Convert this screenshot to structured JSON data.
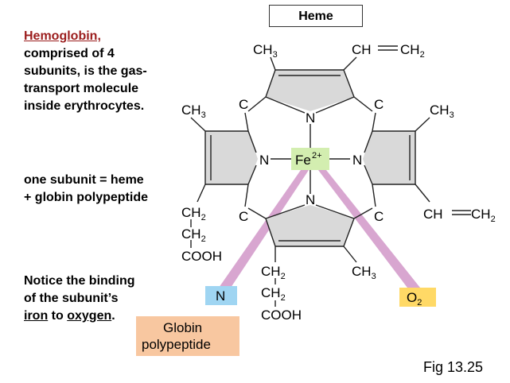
{
  "heme_title": "Heme",
  "text": {
    "hemoglobin": "Hemoglobin,",
    "hemoglobin_rest": "comprised of 4 subunits, is the gas-transport molecule inside erythrocytes.",
    "subunit": "one subunit = heme + globin polypeptide",
    "notice_a": "Notice the binding of the subunit’s ",
    "iron": "iron",
    "notice_b": " to ",
    "oxygen": "oxygen",
    "notice_c": "."
  },
  "figure": {
    "ch3_top": "CH",
    "ch3_sub": "3",
    "ch_vinyl_top": "CH",
    "ch2_vinyl_top": "CH",
    "ch2_sub": "2",
    "c_label": "C",
    "n_label": "N",
    "fe_label": "Fe",
    "fe_charge": "2+",
    "cooh": "COOH",
    "n_box": "N",
    "o2": "O",
    "o2_sub": "2",
    "globin_line1": "Globin",
    "globin_line2": "polypeptide"
  },
  "colors": {
    "fe_box": "#d3eeb0",
    "n_box": "#9fd5f2",
    "o2_box": "#ffd966",
    "globin_box": "#f8c7a0",
    "binding_lines": "#d8a6d0",
    "ring_fill": "#d9d9d9",
    "hemoglobin_text": "#9b1d1d"
  },
  "fig_label": "Fig 13.25"
}
